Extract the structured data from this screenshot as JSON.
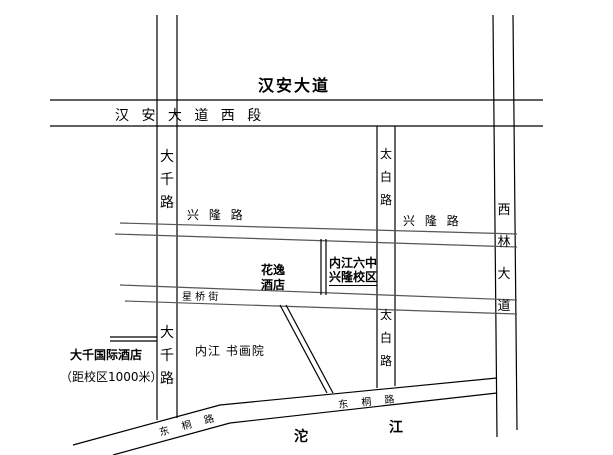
{
  "roads": {
    "hanan_avenue": "汉安大道",
    "hanan_avenue_west": "汉 安 大 道 西 段",
    "daqian_road_top": "大千路",
    "daqian_road_bottom": "大千路",
    "taibai_road_top": "太白路",
    "taibai_road_bottom": "太白路",
    "xilin_avenue": "西林大道",
    "xinglong_road_left": "兴 隆 路",
    "xinglong_road_right": "兴 隆 路",
    "xingqiao_street": "星  桥  街",
    "dongtong_road_left": "东 桐 路",
    "dongtong_road_right": "东 桐 路",
    "tuojiang_1": "沱",
    "tuojiang_2": "江"
  },
  "places": {
    "huayi_hotel": "花逸\n酒店",
    "school_line1": "内江六中",
    "school_line2": "兴隆校区",
    "neijiang_art_academy": "内江 书画院",
    "daqian_hotel": "大千国际酒店",
    "distance_note": "（距校区1000米）"
  }
}
